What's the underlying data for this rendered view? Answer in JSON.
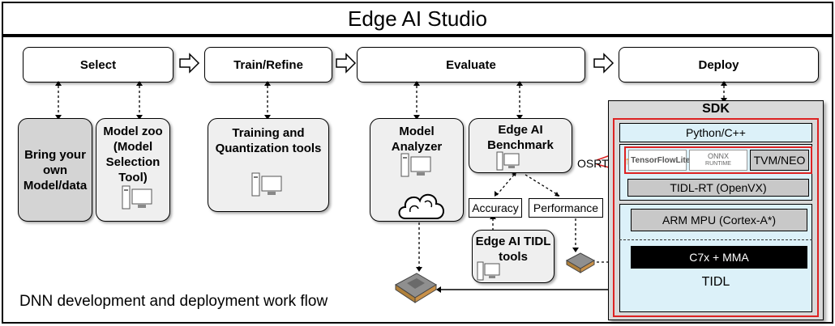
{
  "title": "Edge AI Studio",
  "stages": {
    "select": "Select",
    "train": "Train/Refine",
    "evaluate": "Evaluate",
    "deploy": "Deploy"
  },
  "boxes": {
    "byom": [
      "Bring your",
      "own",
      "Model/data"
    ],
    "model_zoo": [
      "Model zoo",
      "(Model",
      "Selection",
      "Tool)"
    ],
    "training": [
      "Training and",
      "Quantization tools"
    ],
    "model_analyzer": [
      "Model",
      "Analyzer"
    ],
    "benchmark": [
      "Edge AI",
      "Benchmark"
    ],
    "tidl_tools": [
      "Edge AI TIDL",
      "tools"
    ]
  },
  "labels": {
    "accuracy": "Accuracy",
    "performance": "Performance",
    "osrt": "OSRT"
  },
  "sdk": {
    "title": "SDK",
    "python": "Python/C++",
    "tflite": "TensorFlowLite",
    "onnx": "ONNX",
    "onnx_sub": "RUNTIME",
    "tvm": "TVM/NEO",
    "tidl_rt": "TIDL-RT (OpenVX)",
    "arm": "ARM MPU (Cortex-A*)",
    "c7x": "C7x + MMA",
    "tidl": "TIDL"
  },
  "footer": "DNN development and deployment work flow",
  "colors": {
    "sdk_border": "#d22222",
    "cyan_panel": "#dcf1f9",
    "gray_box": "#d4d4d4",
    "tflite_orange": "#f08a24"
  }
}
